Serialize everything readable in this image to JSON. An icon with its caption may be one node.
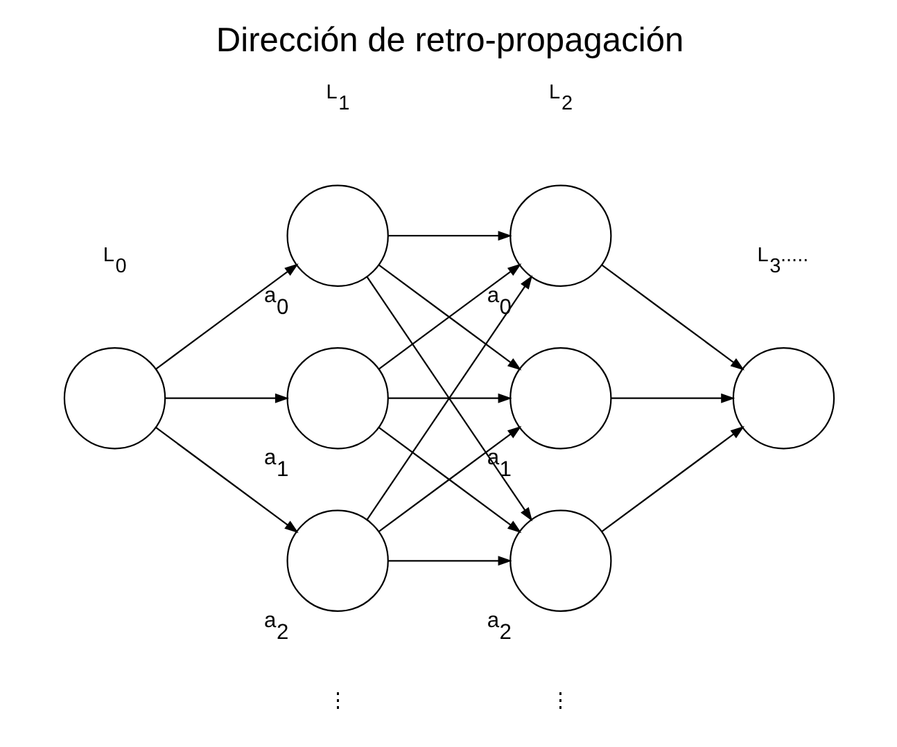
{
  "diagram": {
    "title": "Dirección de retro-propagación",
    "nodes": [
      {
        "text": [],
        "shape": "circle"
      },
      {
        "text": [],
        "shape": "circle",
        "beside": [
          "a$_{0}$"
        ]
      },
      {
        "text": [],
        "shape": "circle",
        "beside": [
          "a$_{1}$"
        ]
      },
      {
        "text": [],
        "shape": "circle",
        "beside": [
          "a$_{2}$"
        ]
      },
      {
        "text": [],
        "shape": "circle",
        "beside": [
          "a$_{0}$"
        ]
      },
      {
        "text": [],
        "shape": "circle",
        "beside": [
          "a$_{1}$"
        ]
      },
      {
        "text": [],
        "shape": "circle",
        "beside": [
          "a$_{2}$"
        ]
      },
      {
        "text": [],
        "shape": "circle"
      }
    ],
    "edges": [
      {
        "from": 0,
        "to": 1,
        "arrow": "to"
      },
      {
        "from": 0,
        "to": 2,
        "arrow": "to"
      },
      {
        "from": 0,
        "to": 3,
        "arrow": "to"
      },
      {
        "from": 1,
        "to": 4,
        "arrow": "to"
      },
      {
        "from": 1,
        "to": 5,
        "arrow": "to"
      },
      {
        "from": 1,
        "to": 6,
        "arrow": "to"
      },
      {
        "from": 2,
        "to": 4,
        "arrow": "to"
      },
      {
        "from": 2,
        "to": 5,
        "arrow": "to"
      },
      {
        "from": 2,
        "to": 6,
        "arrow": "to"
      },
      {
        "from": 3,
        "to": 4,
        "arrow": "to"
      },
      {
        "from": 3,
        "to": 5,
        "arrow": "to"
      },
      {
        "from": 3,
        "to": 6,
        "arrow": "to"
      },
      {
        "from": 4,
        "to": 7,
        "arrow": "to"
      },
      {
        "from": 5,
        "to": 7,
        "arrow": "to"
      },
      {
        "from": 6,
        "to": 7,
        "arrow": "to"
      }
    ],
    "labels": [
      "L$_{0}$",
      "L$_{1}$",
      "L$_{2}$",
      "L$_{3}$.....",
      "⋮",
      "⋮"
    ]
  }
}
